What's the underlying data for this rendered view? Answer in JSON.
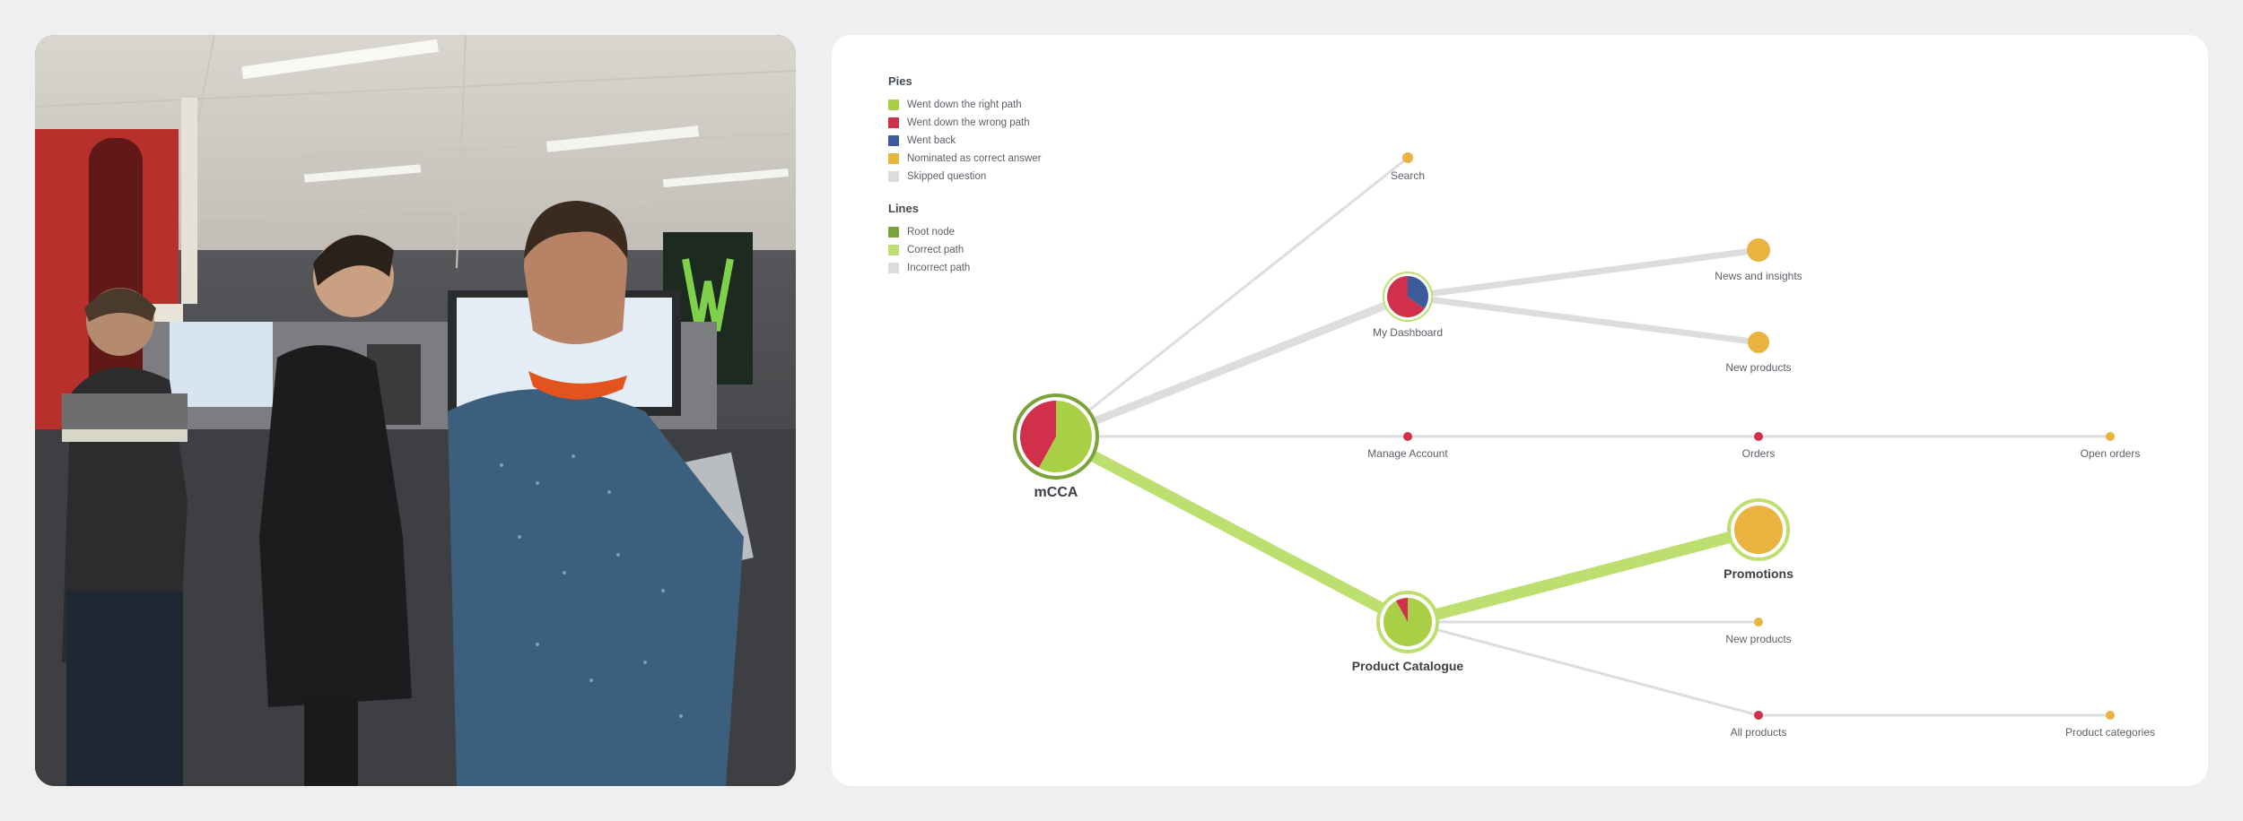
{
  "colors": {
    "right_path": "#a8cf45",
    "wrong_path": "#d0304a",
    "went_back": "#3b5c9a",
    "nominated": "#e8b33f",
    "skipped": "#dcdcdc",
    "root_line": "#7aa33a",
    "correct_line": "#bcdf70",
    "incorrect_line": "#dddddd"
  },
  "legend": {
    "pies_title": "Pies",
    "pies": [
      {
        "label": "Went down the right path",
        "color": "#a8cf45"
      },
      {
        "label": "Went down the wrong path",
        "color": "#d0304a"
      },
      {
        "label": "Went back",
        "color": "#3b5c9a"
      },
      {
        "label": "Nominated as correct answer",
        "color": "#e8b33f"
      },
      {
        "label": "Skipped question",
        "color": "#dcdcdc"
      }
    ],
    "lines_title": "Lines",
    "lines": [
      {
        "label": "Root node",
        "color": "#7aa33a"
      },
      {
        "label": "Correct path",
        "color": "#bcdf70"
      },
      {
        "label": "Incorrect path",
        "color": "#dddddd"
      }
    ]
  },
  "nodes": {
    "root": {
      "label": "mCCA",
      "pie": [
        0.58,
        0.42
      ]
    },
    "search": {
      "label": "Search"
    },
    "dashboard": {
      "label": "My Dashboard",
      "pie": [
        0.35,
        0.65
      ]
    },
    "news": {
      "label": "News and insights"
    },
    "new_products_1": {
      "label": "New products"
    },
    "manage": {
      "label": "Manage Account"
    },
    "orders": {
      "label": "Orders"
    },
    "open_orders": {
      "label": "Open orders"
    },
    "promotions": {
      "label": "Promotions"
    },
    "catalogue": {
      "label": "Product Catalogue",
      "pie": [
        0.92,
        0.08
      ]
    },
    "new_products_2": {
      "label": "New products"
    },
    "all_products": {
      "label": "All products"
    },
    "categories": {
      "label": "Product categories"
    }
  }
}
